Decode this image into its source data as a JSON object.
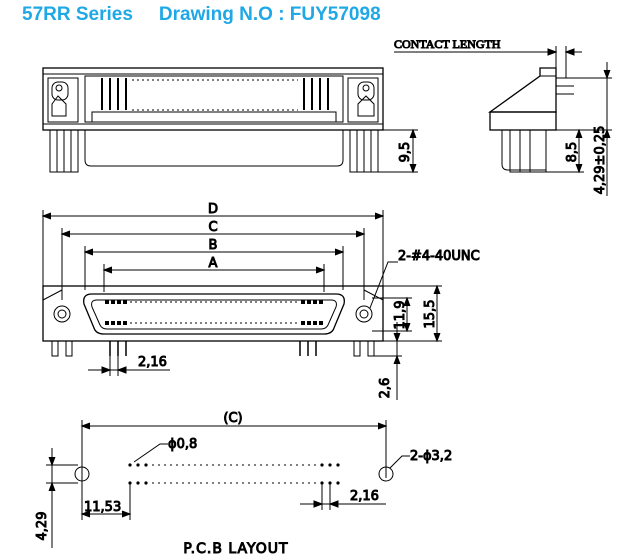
{
  "header": {
    "series": "57RR Series",
    "drawing_no": "Drawing N.O : FUY57098"
  },
  "side_view": {
    "contact_length": "CONTACT LENGTH",
    "dim_9_5": "9,5",
    "dim_8_5": "8,5",
    "dim_4_29": "4,29±0,25"
  },
  "top_view": {
    "dim_d": "D",
    "dim_c": "C",
    "dim_b": "B",
    "dim_a": "A",
    "screw_note": "2-#4-40UNC",
    "dim_11_9": "11,9",
    "dim_15_5": "15,5",
    "dim_2_16": "2,16",
    "dim_2_6": "2,6"
  },
  "pcb_layout": {
    "dim_c": "(C)",
    "hole_small": "ϕ0,8",
    "hole_large": "2-ϕ3,2",
    "dim_2_16": "2,16",
    "dim_11_53": "11,53",
    "dim_4_29": "4,29",
    "caption": "P.C.B LAYOUT"
  },
  "colors": {
    "title": "#1fa8e6",
    "line": "#000000"
  }
}
